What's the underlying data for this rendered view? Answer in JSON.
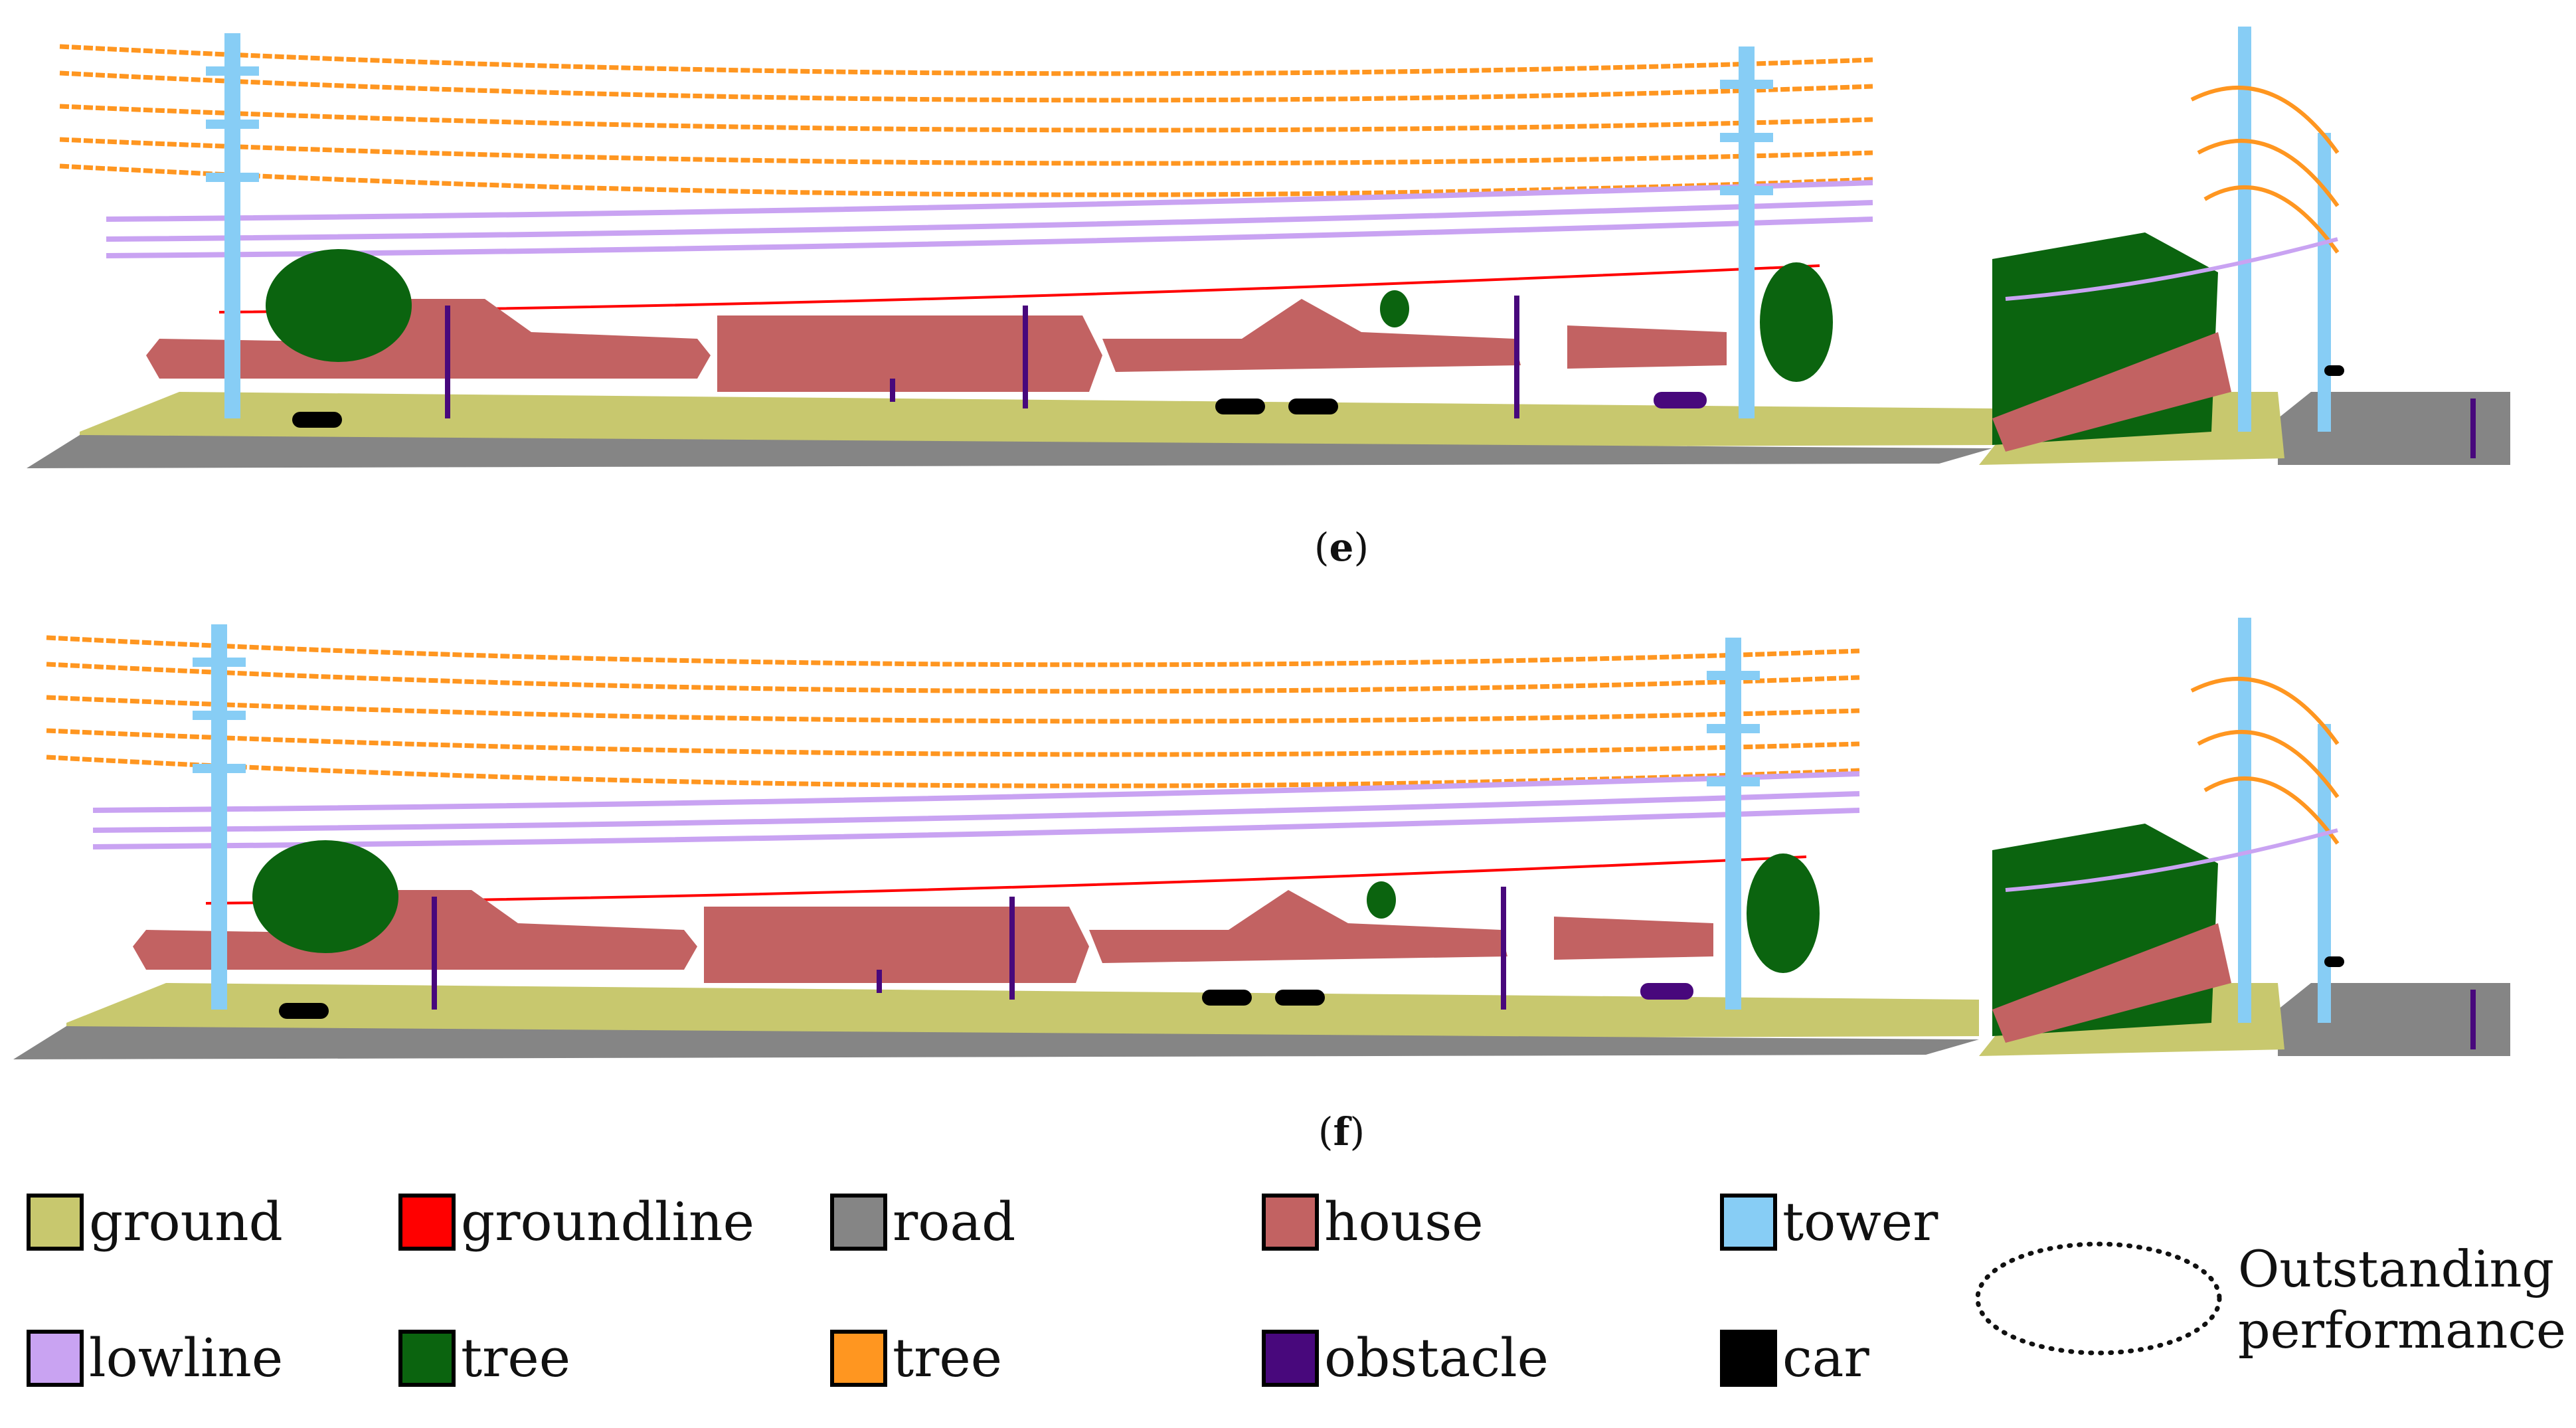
{
  "panels": [
    {
      "caption_open": "(",
      "caption_letter": "e",
      "caption_close": ")"
    },
    {
      "caption_open": "(",
      "caption_letter": "f",
      "caption_close": ")"
    }
  ],
  "legend": [
    {
      "label": "ground",
      "color": "#c8c86e"
    },
    {
      "label": "groundline",
      "color": "#ff0000"
    },
    {
      "label": "road",
      "color": "#858585"
    },
    {
      "label": "house",
      "color": "#c26262"
    },
    {
      "label": "tower",
      "color": "#87cdf5"
    },
    {
      "label": "lowline",
      "color": "#c9a3f2"
    },
    {
      "label": "tree",
      "color": "#0b640f"
    },
    {
      "label": "tree",
      "color": "#ff9620"
    },
    {
      "label": "obstacle",
      "color": "#48087c"
    },
    {
      "label": "car",
      "color": "#000000"
    }
  ],
  "note": {
    "line1": "Outstanding",
    "line2": "performance"
  },
  "colors": {
    "ground": "#c8c86e",
    "groundline": "#ff0000",
    "road": "#858585",
    "house": "#c26262",
    "tower": "#87cdf5",
    "lowline": "#c9a3f2",
    "tree": "#0b640f",
    "wire": "#ff9620",
    "obstacle": "#48087c",
    "car": "#000000"
  }
}
